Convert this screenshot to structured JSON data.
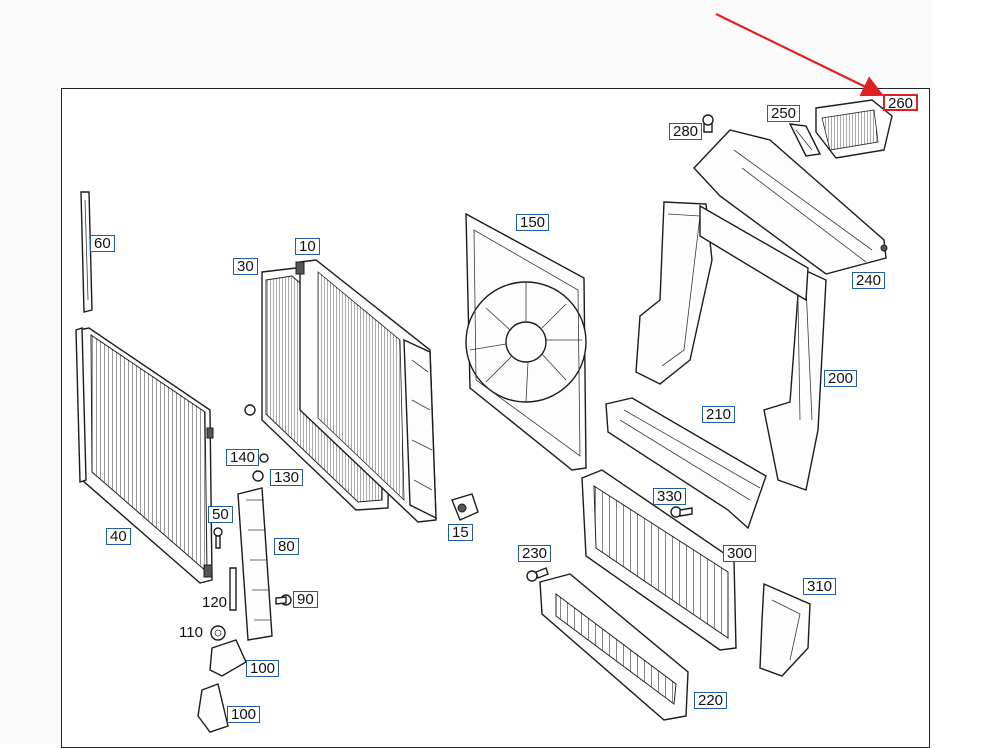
{
  "diagram": {
    "callouts": [
      {
        "id": "260",
        "text": "260",
        "highlight": true
      },
      {
        "id": "280",
        "text": "280"
      },
      {
        "id": "250",
        "text": "250"
      },
      {
        "id": "240",
        "text": "240"
      },
      {
        "id": "200",
        "text": "200"
      },
      {
        "id": "210",
        "text": "210"
      },
      {
        "id": "150",
        "text": "150"
      },
      {
        "id": "60",
        "text": "60"
      },
      {
        "id": "30",
        "text": "30"
      },
      {
        "id": "10",
        "text": "10"
      },
      {
        "id": "140",
        "text": "140"
      },
      {
        "id": "130",
        "text": "130"
      },
      {
        "id": "50",
        "text": "50"
      },
      {
        "id": "40",
        "text": "40"
      },
      {
        "id": "80",
        "text": "80"
      },
      {
        "id": "120",
        "text": "120"
      },
      {
        "id": "90",
        "text": "90"
      },
      {
        "id": "110",
        "text": "110"
      },
      {
        "id": "100a",
        "text": "100"
      },
      {
        "id": "100b",
        "text": "100"
      },
      {
        "id": "15",
        "text": "15"
      },
      {
        "id": "330",
        "text": "330"
      },
      {
        "id": "230",
        "text": "230"
      },
      {
        "id": "300",
        "text": "300"
      },
      {
        "id": "310",
        "text": "310"
      },
      {
        "id": "220",
        "text": "220"
      }
    ],
    "colors": {
      "callout_border": "#1f5fa0",
      "highlight": "#e02020",
      "arrow": "#e02020"
    }
  }
}
